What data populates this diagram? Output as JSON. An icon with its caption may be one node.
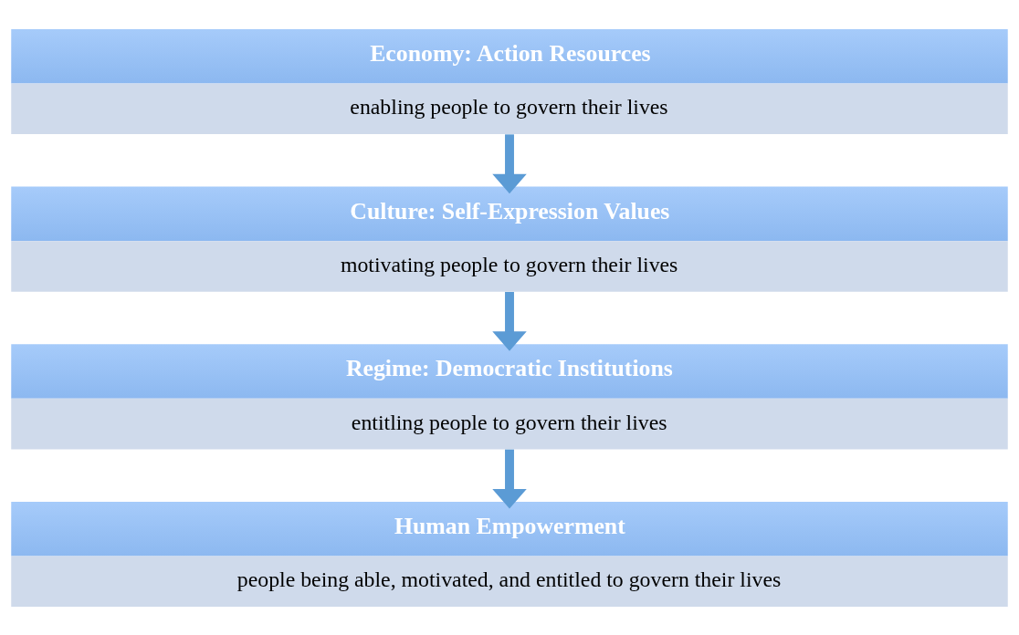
{
  "diagram": {
    "nodes": [
      {
        "text": [
          "Economy: Action Resources",
          "enabling people to govern their lives"
        ]
      },
      {
        "text": [
          "Culture: Self-Expression Values",
          "motivating people to govern their lives"
        ]
      },
      {
        "text": [
          "Regime: Democratic Institutions",
          "entitling people to govern their lives"
        ]
      },
      {
        "text": [
          "Human Empowerment",
          "people being able, motivated, and entitled to govern their lives"
        ]
      }
    ],
    "edges": [
      {
        "from": 0,
        "to": 1,
        "arrow": "to"
      },
      {
        "from": 1,
        "to": 2,
        "arrow": "to"
      },
      {
        "from": 2,
        "to": 3,
        "arrow": "to"
      }
    ]
  }
}
